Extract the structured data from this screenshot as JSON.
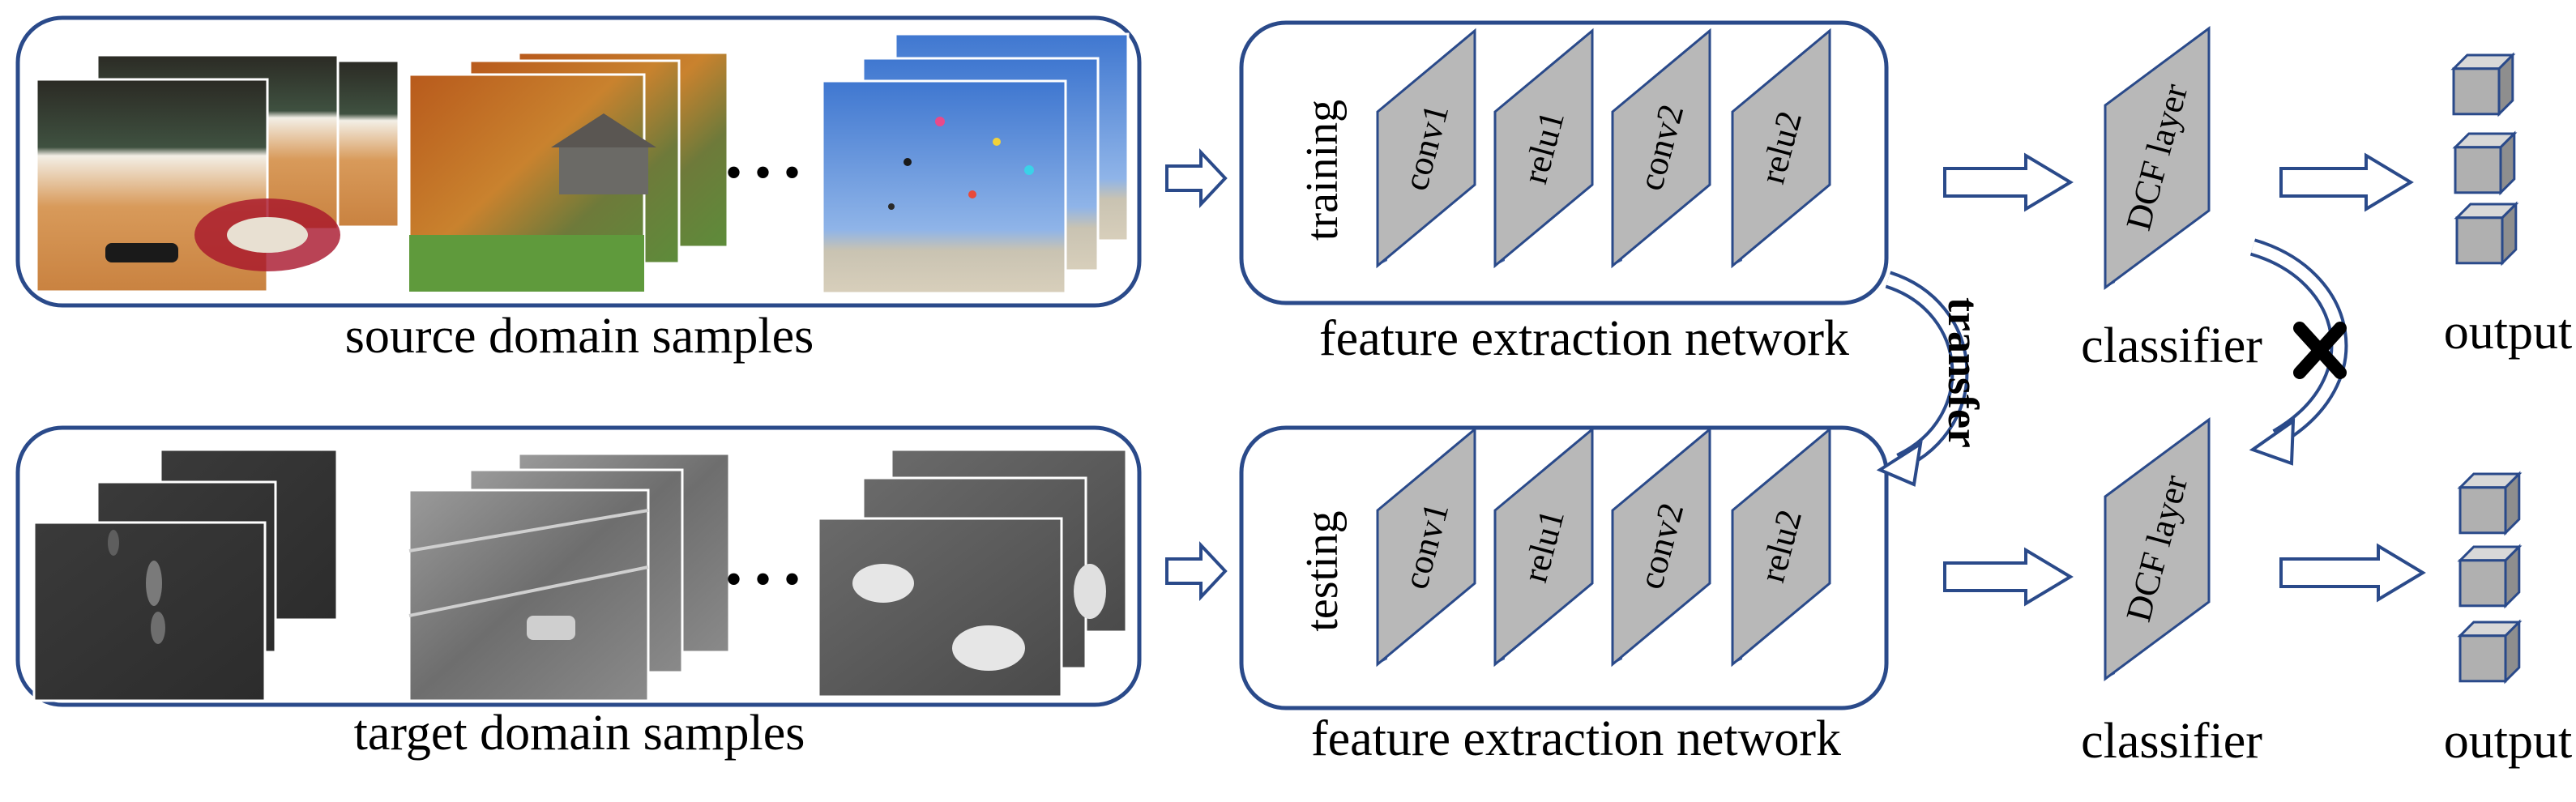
{
  "source_caption": "source domain samples",
  "target_caption": "target domain samples",
  "training": {
    "phase_label": "training",
    "layers": [
      "conv1",
      "relu1",
      "conv2",
      "relu2"
    ],
    "caption": "feature extraction network"
  },
  "testing": {
    "phase_label": "testing",
    "layers": [
      "conv1",
      "relu1",
      "conv2",
      "relu2"
    ],
    "caption": "feature extraction network"
  },
  "transfer_label": "transfer",
  "classifier": {
    "layer_label": "DCF layer",
    "caption": "classifier"
  },
  "output_caption": "output",
  "ellipsis": "• • •",
  "colors": {
    "border": "#2a4a8a",
    "arrow": "#2a4a8a",
    "layer_face": "#b8b8b8",
    "layer_edge": "#4a6aaa",
    "cube_front": "#b0b0b0",
    "cube_top": "#d8d8d8",
    "cube_side": "#8e8e8e"
  },
  "icons": [
    "right-arrow-icon",
    "cube-icon",
    "cross-icon",
    "curved-arrow-icon"
  ]
}
